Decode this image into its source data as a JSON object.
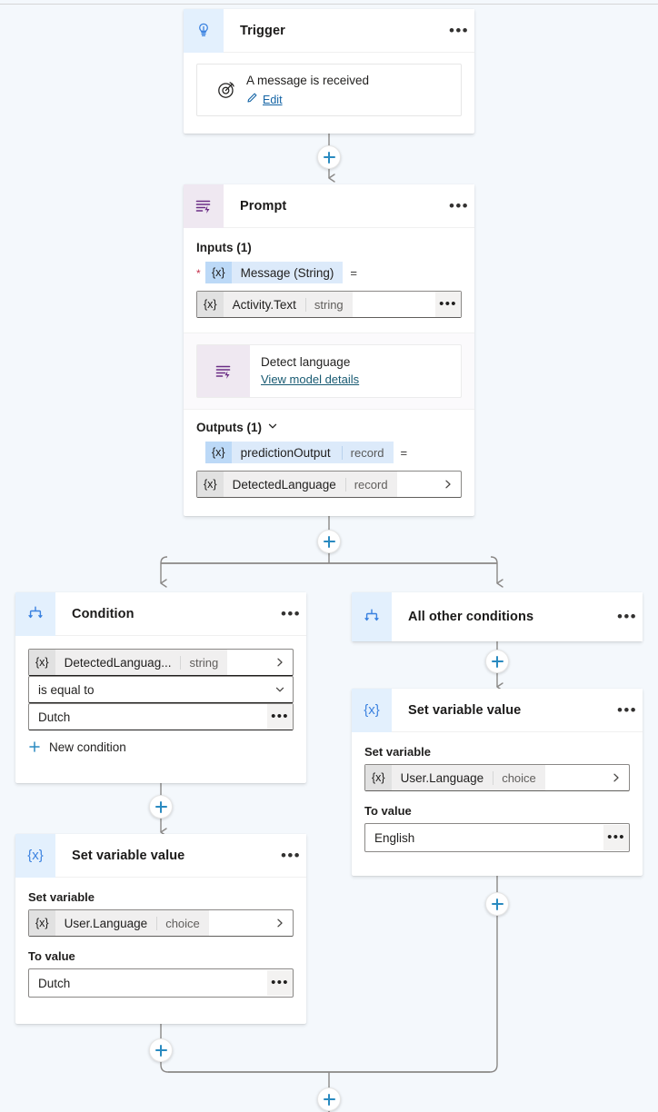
{
  "canvas": {
    "background": "#f4f8fc",
    "accent": "#2a8ac0"
  },
  "nodes": {
    "trigger": {
      "title": "Trigger",
      "icon": "trigger-bulb-icon",
      "more_label": "•••",
      "card": {
        "icon": "target-icon",
        "title": "A message is received",
        "edit_label": "Edit",
        "edit_icon": "pencil-icon"
      }
    },
    "prompt": {
      "title": "Prompt",
      "icon": "prompt-lines-icon",
      "more_label": "•••",
      "inputs_title": "Inputs (1)",
      "input_param": {
        "xtag": "{x}",
        "name": "Message (String)",
        "equals": "="
      },
      "input_value": {
        "xtag": "{x}",
        "name": "Activity.Text",
        "type": "string",
        "more_label": "•••"
      },
      "model": {
        "icon": "prompt-lines-icon",
        "title": "Detect language",
        "link_label": "View model details"
      },
      "outputs_title": "Outputs (1)",
      "outputs_chevron": "chevron-down-icon",
      "output_param": {
        "xtag": "{x}",
        "name": "predictionOutput",
        "type": "record",
        "equals": "="
      },
      "output_value": {
        "xtag": "{x}",
        "name": "DetectedLanguage",
        "type": "record",
        "chevron": "chevron-right-icon"
      }
    },
    "condition": {
      "title": "Condition",
      "icon": "branch-icon",
      "more_label": "•••",
      "left_operand": {
        "xtag": "{x}",
        "name": "DetectedLanguag...",
        "type": "string",
        "chevron": "chevron-right-icon"
      },
      "operator": "is equal to",
      "operator_chevron": "chevron-down-icon",
      "value": "Dutch",
      "value_more_label": "•••",
      "new_condition_label": "New condition",
      "new_condition_icon": "plus-icon"
    },
    "all_other_conditions": {
      "title": "All other conditions",
      "icon": "branch-icon",
      "more_label": "•••"
    },
    "set_variable_left": {
      "title": "Set variable value",
      "icon": "variable-icon",
      "more_label": "•••",
      "set_variable_label": "Set variable",
      "variable": {
        "xtag": "{x}",
        "name": "User.Language",
        "type": "choice",
        "chevron": "chevron-right-icon"
      },
      "to_value_label": "To value",
      "value": "Dutch",
      "value_more_label": "•••"
    },
    "set_variable_right": {
      "title": "Set variable value",
      "icon": "variable-icon",
      "more_label": "•••",
      "set_variable_label": "Set variable",
      "variable": {
        "xtag": "{x}",
        "name": "User.Language",
        "type": "choice",
        "chevron": "chevron-right-icon"
      },
      "to_value_label": "To value",
      "value": "English",
      "value_more_label": "•••"
    }
  },
  "add_buttons": [
    {
      "name": "add-step-after-trigger"
    },
    {
      "name": "add-step-after-prompt"
    },
    {
      "name": "add-step-after-all-other-conditions"
    },
    {
      "name": "add-step-after-condition"
    },
    {
      "name": "add-step-after-set-variable-right"
    },
    {
      "name": "add-step-after-set-variable-left"
    },
    {
      "name": "add-step-after-merge"
    }
  ]
}
